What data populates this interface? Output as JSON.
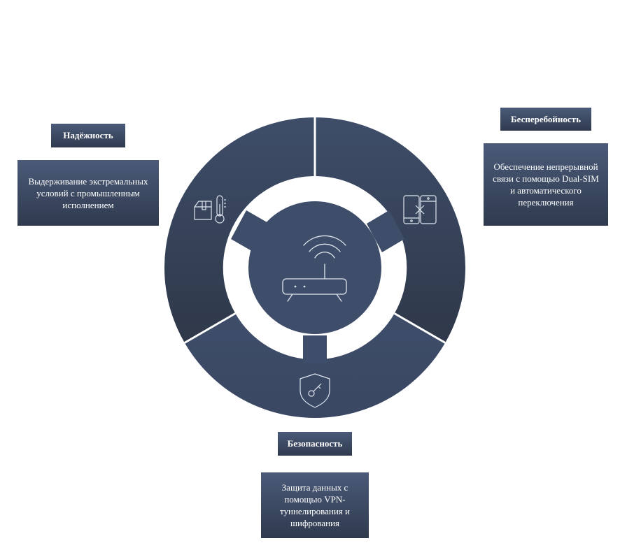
{
  "colors": {
    "segment_dark": "#2f3a4d",
    "segment_light": "#3e4d69",
    "center": "#3e4d69",
    "icon_stroke": "#dfe5ef"
  },
  "segments": [
    {
      "id": "reliability",
      "title": "Надёжность",
      "description": "Выдерживание экстремальных условий с промышленным исполнением",
      "icon": "box-thermometer-icon"
    },
    {
      "id": "uninterrupted",
      "title": "Бесперебойность",
      "description": "Обеспечение непрерывной связи с помощью Dual-SIM и автоматического переключения",
      "icon": "dual-phone-icon"
    },
    {
      "id": "security",
      "title": "Безопасность",
      "description": "Защита данных с помощью VPN-туннелирования и шифрования",
      "icon": "shield-key-icon"
    }
  ],
  "center": {
    "icon": "wifi-router-icon"
  }
}
